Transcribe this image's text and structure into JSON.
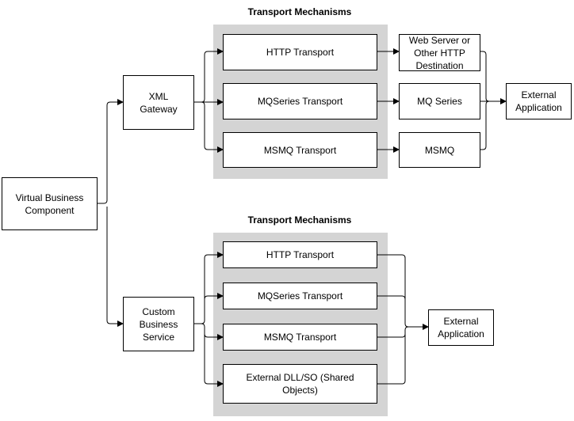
{
  "top": {
    "title": "Transport Mechanisms",
    "gateway": "XML\nGateway",
    "transports": [
      "HTTP Transport",
      "MQSeries Transport",
      "MSMQ Transport"
    ],
    "destinations": [
      "Web Server or\nOther HTTP\nDestination",
      "MQ Series",
      "MSMQ"
    ],
    "external": "External\nApplication"
  },
  "source": "Virtual Business\nComponent",
  "bottom": {
    "title": "Transport Mechanisms",
    "service": "Custom\nBusiness\nService",
    "transports": [
      "HTTP Transport",
      "MQSeries Transport",
      "MSMQ Transport",
      "External DLL/SO (Shared\nObjects)"
    ],
    "external": "External\nApplication"
  }
}
